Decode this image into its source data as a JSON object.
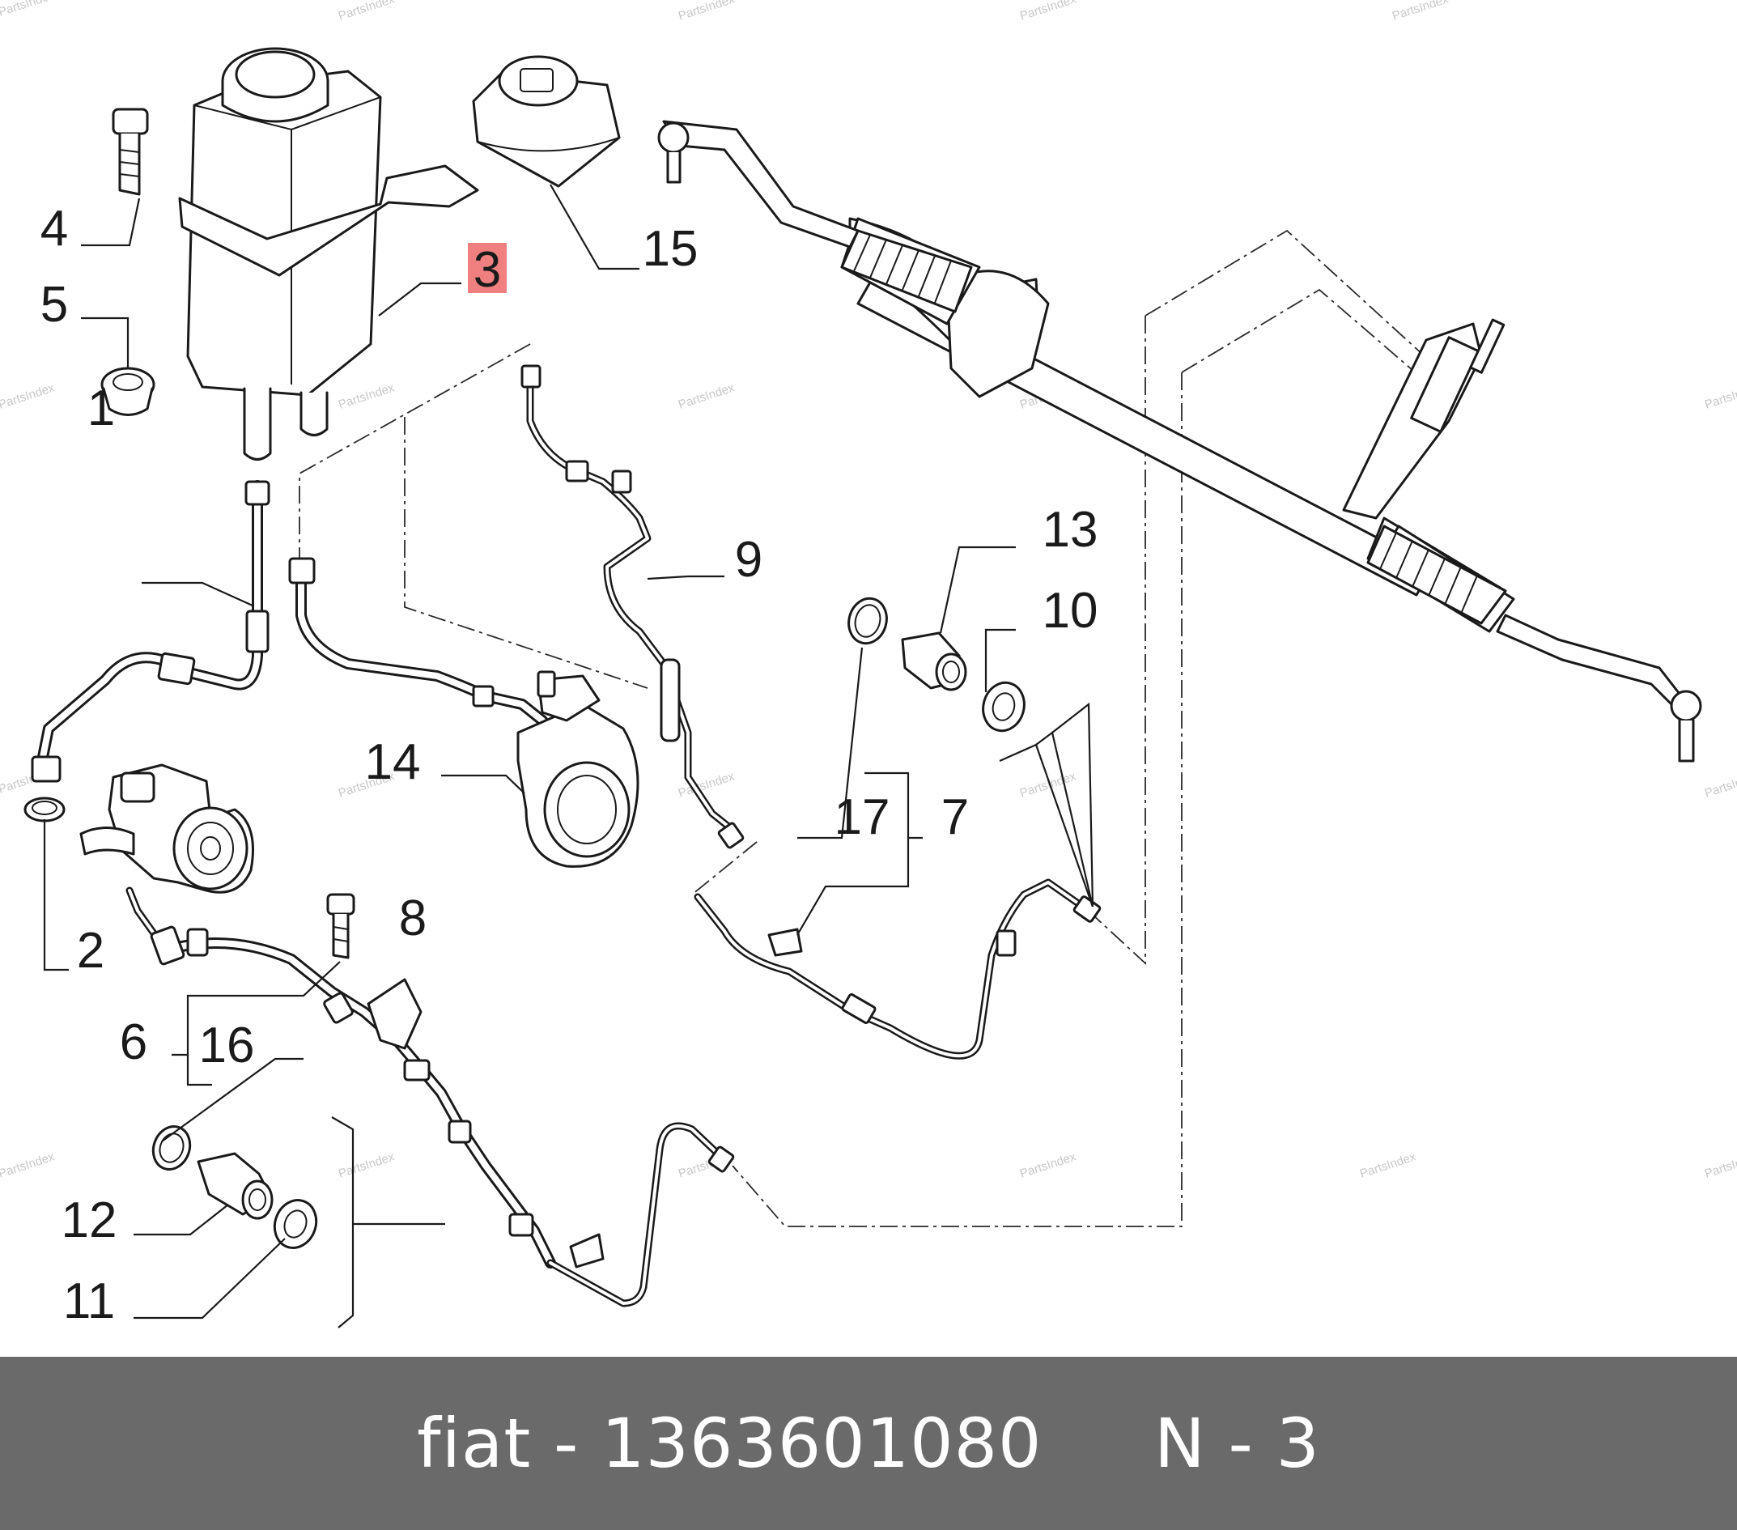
{
  "callouts": {
    "c1": "1",
    "c2": "2",
    "c3": "3",
    "c4": "4",
    "c5": "5",
    "c6": "6",
    "c7": "7",
    "c8": "8",
    "c9": "9",
    "c10": "10",
    "c11": "11",
    "c12": "12",
    "c13": "13",
    "c14": "14",
    "c15": "15",
    "c16": "16",
    "c17": "17"
  },
  "highlighted_callout": "3",
  "highlight_color": "#f08080",
  "watermark": "PartsIndex",
  "footer": {
    "text": "fiat - 1363601080     N - 3",
    "background": "#6a6a6a",
    "text_color": "#ffffff"
  }
}
